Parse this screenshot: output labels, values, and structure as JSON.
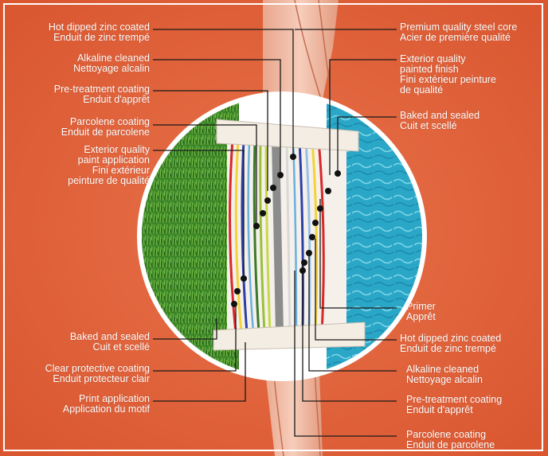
{
  "colors": {
    "background": "#e2643c",
    "label_text": "#ffffff",
    "line": "#1a1a1a",
    "grass": "#3f8a2a",
    "pool": "#2ea9c8",
    "steel_core": "#8c8c8c"
  },
  "labels": {
    "left": [
      [
        "Hot dipped zinc coated",
        "Enduit de zinc trempé"
      ],
      [
        "Alkaline cleaned",
        "Nettoyage alcalin"
      ],
      [
        "Pre-treatment coating",
        "Enduit d'apprêt"
      ],
      [
        "Parcolene coating",
        "Enduit de parcolene"
      ],
      [
        "Exterior quality",
        "paint application",
        "Fini extérieur",
        "peinture de qualité"
      ],
      [
        "Baked and sealed",
        "Cuit et scellé"
      ],
      [
        "Clear protective coating",
        "Enduit protecteur clair"
      ],
      [
        "Print application",
        "Application du motif"
      ]
    ],
    "right": [
      [
        "Premium quality steel core",
        "Acier de première qualité"
      ],
      [
        "Exterior quality",
        "painted finish",
        "Fini extérieur peinture",
        "de qualité"
      ],
      [
        "Baked and sealed",
        "Cuit et scellé"
      ],
      [
        "Primer",
        "Apprêt"
      ],
      [
        "Hot dipped zinc coated",
        "Enduit de zinc trempé"
      ],
      [
        "Alkaline cleaned",
        "Nettoyage alcalin"
      ],
      [
        "Pre-treatment coating",
        "Enduit d'apprêt"
      ],
      [
        "Parcolene coating",
        "Enduit de parcolene"
      ]
    ]
  }
}
